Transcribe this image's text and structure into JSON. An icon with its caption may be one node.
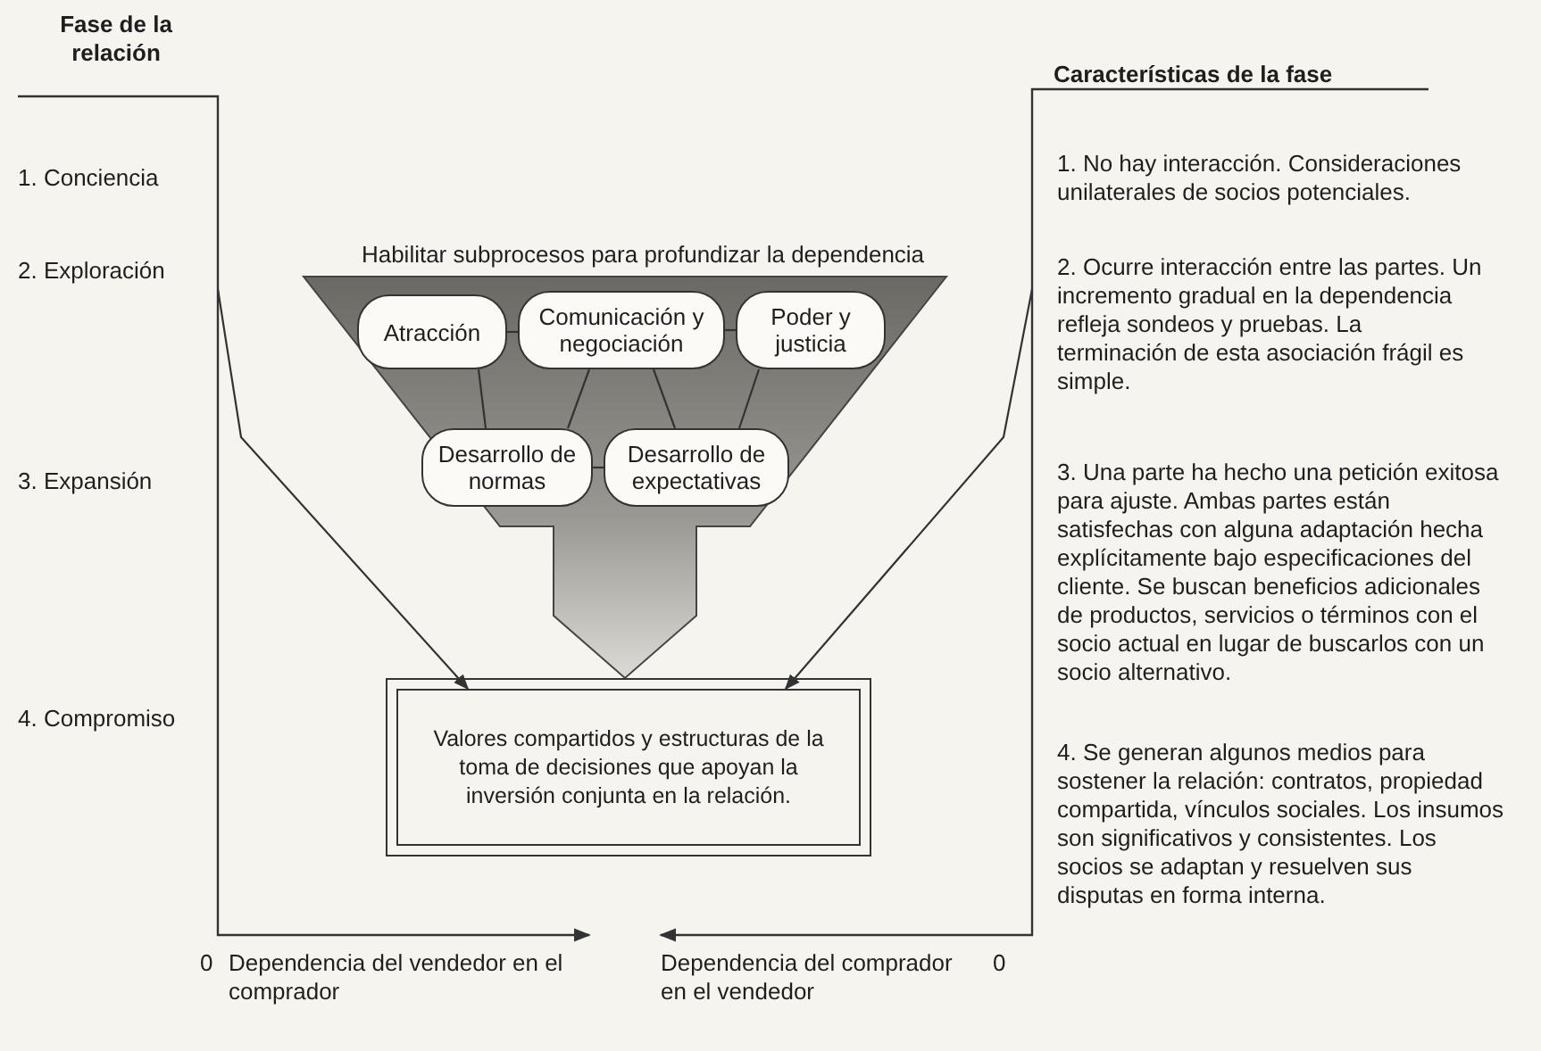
{
  "diagram": {
    "nodes": [
      {
        "text": [
          "Habilitar subprocesos para profundizar la dependencia"
        ]
      },
      {
        "text": [
          "Atracción"
        ],
        "in": 0
      },
      {
        "text": [
          "Comunicación y negociación"
        ],
        "in": 0
      },
      {
        "text": [
          "Poder y justicia"
        ],
        "in": 0
      },
      {
        "text": [
          "Desarrollo de normas"
        ],
        "in": 0
      },
      {
        "text": [
          "Desarrollo de expectativas"
        ],
        "in": 0
      },
      {
        "text": [
          "Valores compartidos y estructuras de la toma de decisiones que apoyan la inversión conjunta en la relación."
        ]
      }
    ],
    "edges": [
      {
        "from": 1,
        "to": 2,
        "arrow": "none"
      },
      {
        "from": 2,
        "to": 3,
        "arrow": "none"
      },
      {
        "from": 4,
        "to": 5,
        "arrow": "none"
      },
      {
        "from": 1,
        "to": 4,
        "arrow": "none"
      },
      {
        "from": 2,
        "to": 4,
        "arrow": "none"
      },
      {
        "from": 2,
        "to": 5,
        "arrow": "none"
      },
      {
        "from": 3,
        "to": 5,
        "arrow": "none"
      },
      {
        "from": null,
        "to": 6,
        "arrow": "to"
      },
      {
        "from": null,
        "to": 6,
        "arrow": "to"
      }
    ],
    "labels": [
      "Fase de la relación",
      "1. Conciencia",
      "2. Exploración",
      "3. Expansión",
      "4. Compromiso",
      "Características de la fase",
      "1. No hay interacción. Consideraciones unilaterales de socios potenciales.",
      "2. Ocurre interacción entre las partes. Un incremento gradual en la dependencia refleja sondeos y pruebas. La terminación de esta asociación frágil es simple.",
      "3. Una parte ha hecho una petición exitosa para ajuste. Ambas partes están satisfechas con alguna adaptación hecha explícitamente bajo especificaciones del cliente. Se buscan beneficios adicionales de productos, servicios o términos con el socio actual en lugar de buscarlos con un socio alternativo.",
      "4. Se generan algunos medios para sostener la relación: contratos, propiedad compartida, vínculos sociales. Los insumos son significativos y consistentes. Los socios se adaptan y resuelven sus disputas en forma interna.",
      "0",
      "Dependencia del vendedor en el comprador",
      "Dependencia del comprador en el vendedor",
      "0"
    ]
  }
}
